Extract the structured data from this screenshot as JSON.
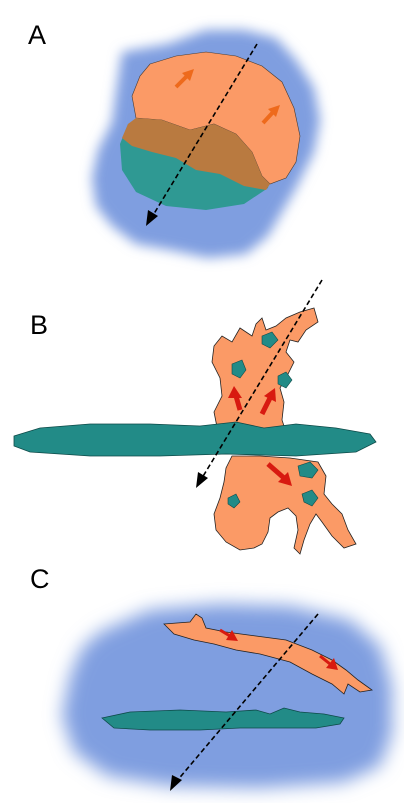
{
  "figure": {
    "panels": [
      {
        "label": "A"
      },
      {
        "label": "B"
      },
      {
        "label": "C"
      }
    ]
  },
  "colors": {
    "background": "#ffffff",
    "blue_region": "#7f9ee0",
    "orange_body": "#fb9a66",
    "brown_overlap": "#b97a40",
    "teal_body": "#228b87",
    "orange_arrow": "#ee6a1c",
    "red_arrow": "#d81a10",
    "path_arrow": "#000000"
  },
  "icons": {
    "movement_arrows": "arrow-icon",
    "path_line": "dashed-arrow-icon"
  }
}
